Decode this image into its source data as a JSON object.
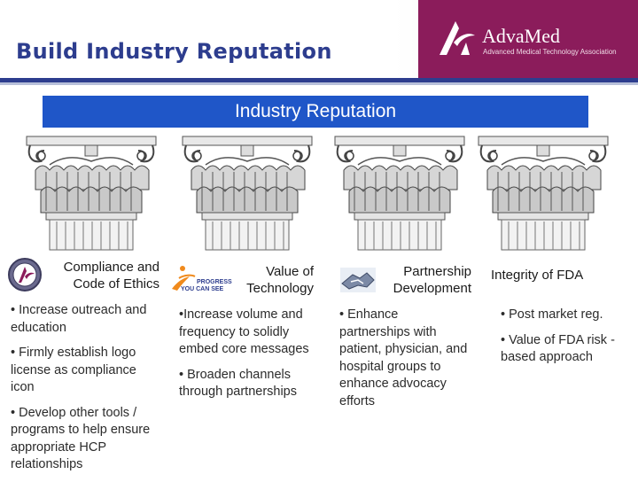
{
  "header": {
    "title": "Build Industry Reputation",
    "logo": {
      "name": "AdvaMed",
      "subtitle": "Advanced Medical Technology Association",
      "color": "#8b1c5b"
    },
    "title_color": "#2d3d8e"
  },
  "banner": {
    "label": "Industry Reputation",
    "color": "#1f56c8"
  },
  "pillars": [
    {
      "heading_line1": "Compliance and",
      "heading_line2": "Code of Ethics",
      "icon": "seal-icon",
      "bullets": [
        "• Increase outreach and education",
        "• Firmly establish logo license as compliance icon",
        "• Develop other tools / programs to help ensure appropriate HCP relationships"
      ]
    },
    {
      "heading_line1": "Value of",
      "heading_line2": "Technology",
      "icon": "progress-logo-icon",
      "icon_text_1": "PROGRESS",
      "icon_text_2": "YOU CAN SEE",
      "bullets": [
        "•Increase volume and frequency to solidly embed core messages",
        "• Broaden channels through partnerships"
      ]
    },
    {
      "heading_line1": "Partnership",
      "heading_line2": "Development",
      "icon": "handshake-icon",
      "bullets": [
        "• Enhance partnerships with patient, physician, and hospital groups to enhance advocacy efforts"
      ]
    },
    {
      "heading_line1": "Integrity of FDA",
      "bullets": [
        "• Post market reg.",
        "• Value of FDA risk -based approach"
      ]
    }
  ]
}
